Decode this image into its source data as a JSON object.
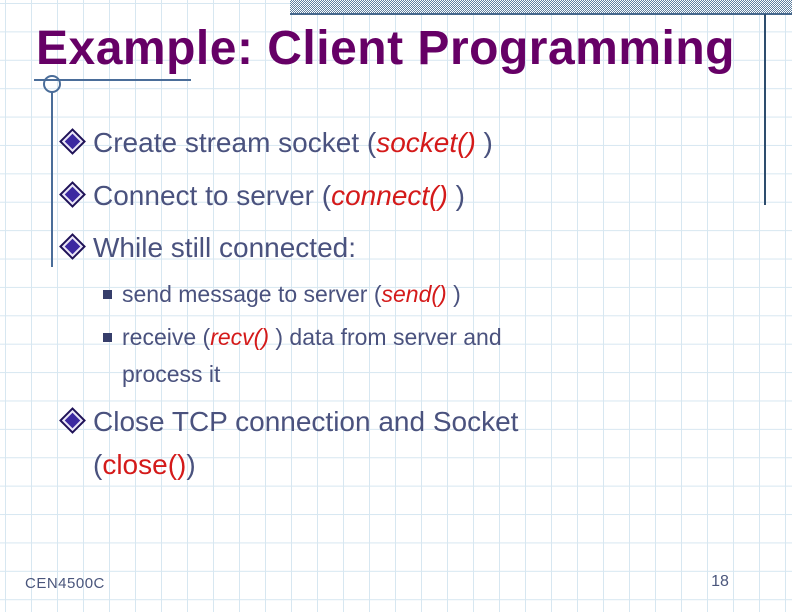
{
  "slide": {
    "title": "Example: Client Programming",
    "footer_left": "CEN4500C",
    "page_number": "18"
  },
  "content": {
    "bullets": [
      {
        "level": 1,
        "segments": [
          {
            "t": "Create stream socket ("
          },
          {
            "t": "socket()",
            "style": "code-italic"
          },
          {
            "t": " )"
          }
        ]
      },
      {
        "level": 1,
        "segments": [
          {
            "t": "Connect to server ("
          },
          {
            "t": "connect()",
            "style": "code-italic"
          },
          {
            "t": " )"
          }
        ]
      },
      {
        "level": 1,
        "segments": [
          {
            "t": "While still connected:"
          }
        ]
      },
      {
        "level": 2,
        "segments": [
          {
            "t": "send message to server ("
          },
          {
            "t": "send()",
            "style": "code-italic"
          },
          {
            "t": " )"
          }
        ]
      },
      {
        "level": 2,
        "segments": [
          {
            "t": "receive ("
          },
          {
            "t": "recv()",
            "style": "code-italic"
          },
          {
            "t": " ) data from server and\nprocess it"
          }
        ]
      },
      {
        "level": 1,
        "segments": [
          {
            "t": "Close TCP connection and Socket\n("
          },
          {
            "t": "close()",
            "style": "code"
          },
          {
            "t": ")"
          }
        ]
      }
    ]
  },
  "icons": {
    "level1_bullet": "diamond-bullet-icon",
    "level2_bullet": "square-bullet-icon"
  },
  "colors": {
    "title": "#660066",
    "body_text": "#4a527e",
    "code_red": "#d41a1a",
    "accent_steel_blue": "#4a6d99",
    "grid_line": "#d7e7f1",
    "dither_bar": "#5f80a0"
  }
}
